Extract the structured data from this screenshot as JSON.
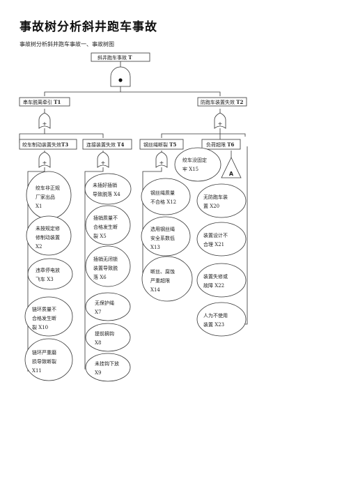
{
  "page": {
    "title": "事故树分析斜井跑车事故",
    "subtitle": "事故树分析斜井跑车事故一、事故树图"
  },
  "tree": {
    "top": {
      "label": "斜井跑车事故",
      "code": "T"
    },
    "t1": {
      "label": "串车脱离牵引",
      "code": "T1"
    },
    "t2": {
      "label": "防跑车装置失效",
      "code": "T2"
    },
    "t3": {
      "label": "绞车制动装置失效",
      "code": "T3"
    },
    "t4": {
      "label": "连接装置失效",
      "code": "T4"
    },
    "t5": {
      "label": "钢丝绳断裂",
      "code": "T5"
    },
    "t6": {
      "label": "负荷超限",
      "code": "T6"
    },
    "x15": {
      "line1": "绞车没固定",
      "line2": "牢 X15"
    },
    "transfer_a": "A",
    "x1": {
      "line1": "绞车非正规",
      "line2": "厂家出品",
      "line3": "X1"
    },
    "x2": {
      "line1": "未按规定修",
      "line2": "修制动装置",
      "line3": "X2"
    },
    "x3": {
      "line1": "违章停电放",
      "line2": "飞车 X3"
    },
    "x10": {
      "line1": "链环质量不",
      "line2": "合格发生断",
      "line3": "裂 X10"
    },
    "x11": {
      "line1": "链环严重磨",
      "line2": "损导致断裂",
      "line3": "X11"
    },
    "x4": {
      "line1": "未插好插销",
      "line2": "导致脱落 X4"
    },
    "x5": {
      "line1": "插销质量不",
      "line2": "合格发生断",
      "line3": "裂 X5"
    },
    "x6": {
      "line1": "插销无闭锁",
      "line2": "装置导致脱",
      "line3": "落 X6"
    },
    "x7": {
      "line1": "无保护绳",
      "line2": "X7"
    },
    "x8": {
      "line1": "提前摘钩",
      "line2": "X8"
    },
    "x9": {
      "line1": "未挂钩下放",
      "line2": "X9"
    },
    "x12": {
      "line1": "钢丝绳质量",
      "line2": "不合格 X12"
    },
    "x13": {
      "line1": "选用钢丝绳",
      "line2": "安全系数低",
      "line3": "X13"
    },
    "x14": {
      "line1": "断丝、腐蚀",
      "line2": "严重超限",
      "line3": "X14"
    },
    "x20": {
      "line1": "无防跑车装",
      "line2": "置 X20"
    },
    "x21": {
      "line1": "装置设计不",
      "line2": "合理 X21"
    },
    "x22": {
      "line1": "装置失修或",
      "line2": "故障 X22"
    },
    "x23": {
      "line1": "人为不使用",
      "line2": "装置 X23"
    },
    "gate_symbol": "+"
  }
}
